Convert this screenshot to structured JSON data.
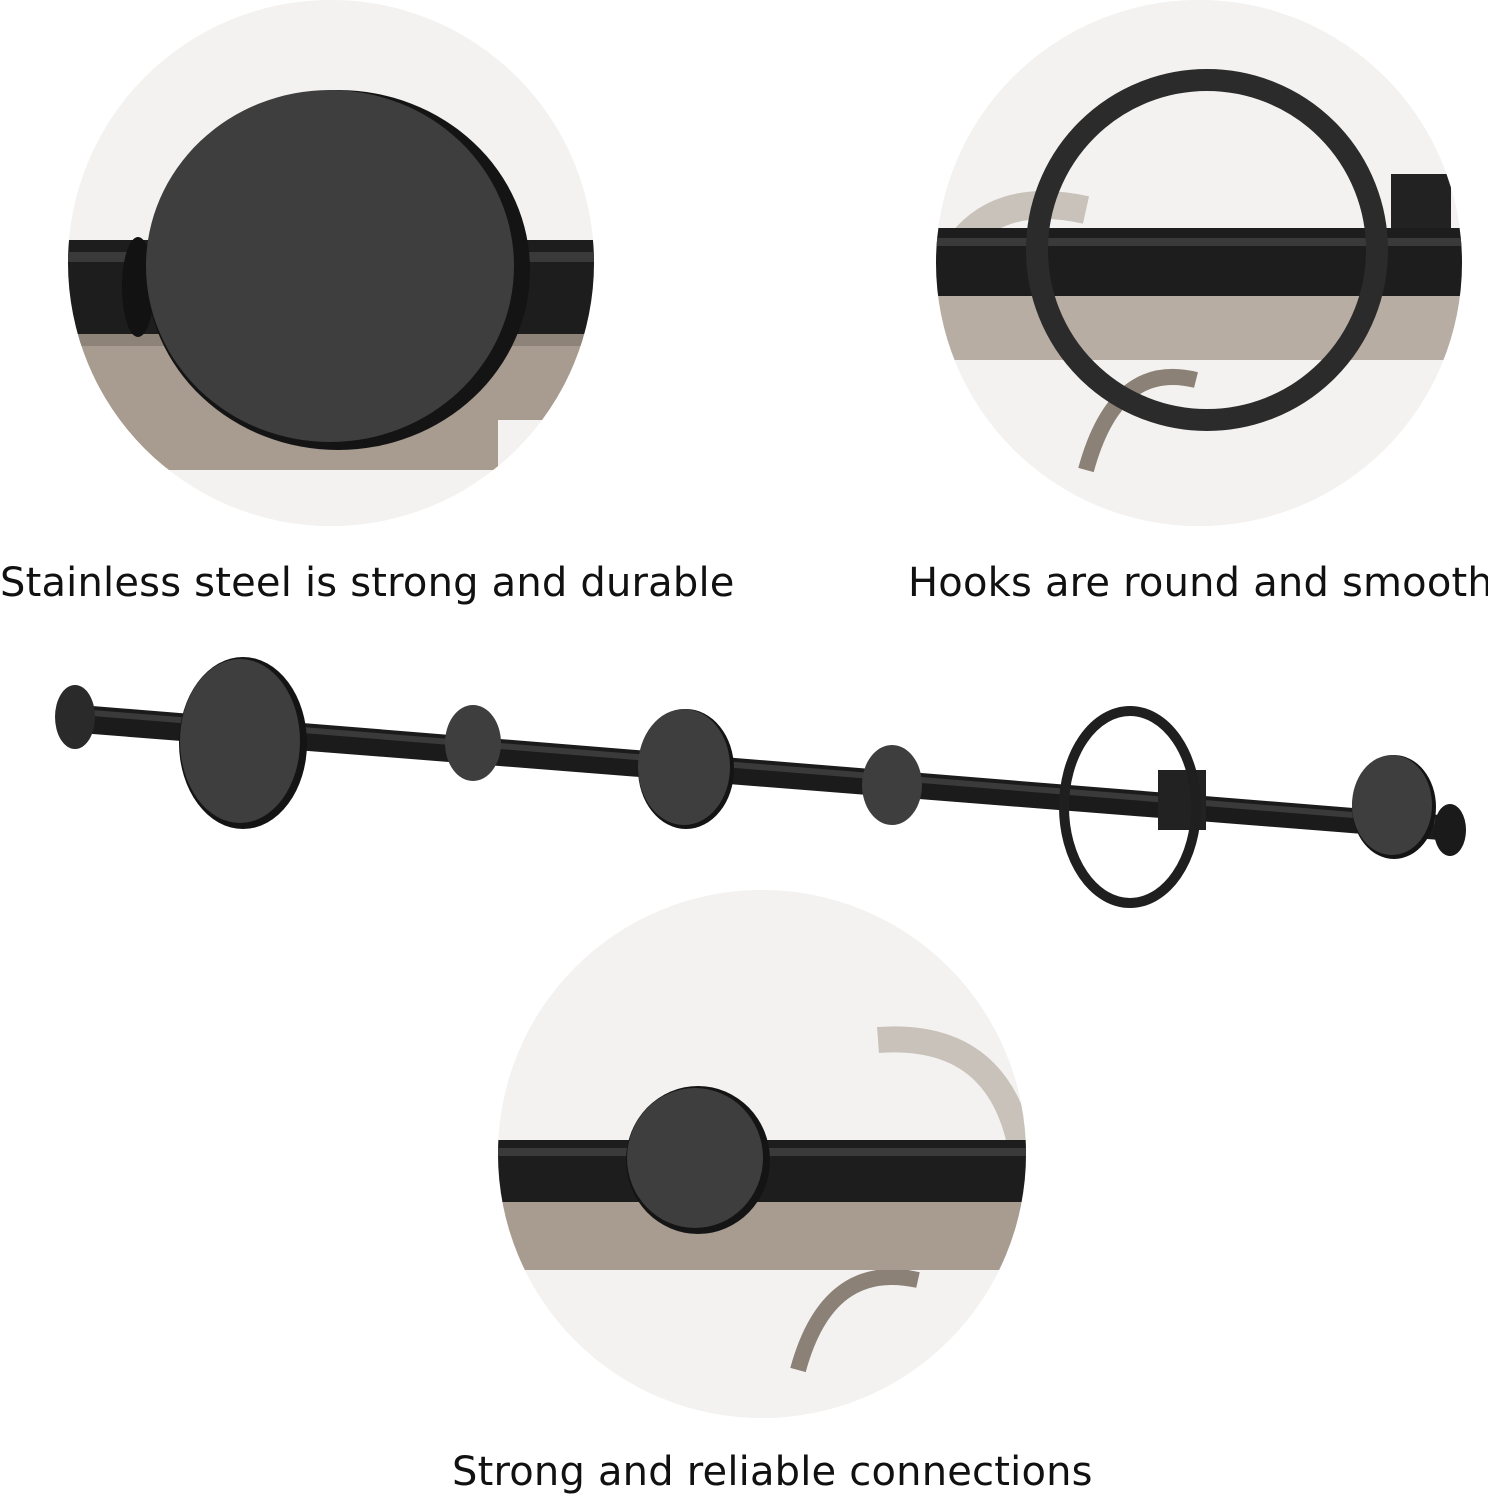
{
  "captions": {
    "material": "Stainless steel is strong and durable",
    "hooks": "Hooks are round and smooth",
    "connections": "Strong and reliable connections"
  },
  "colors": {
    "steel": "#1c1c1c",
    "disc": "#3b3b3b",
    "wall": "#f1f0ee",
    "shelf": "#a79a8e",
    "text": "#111111"
  }
}
